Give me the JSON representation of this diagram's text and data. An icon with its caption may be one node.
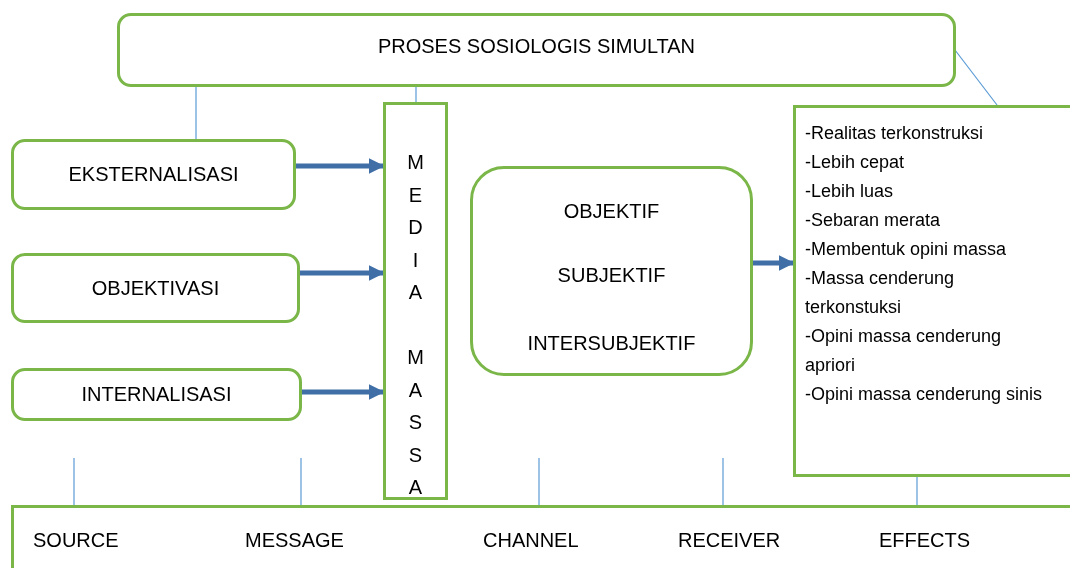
{
  "diagram": {
    "nodes": [
      {
        "text": [
          "PROSES SOSIOLOGIS SIMULTAN"
        ]
      },
      {
        "text": [
          "EKSTERNALISASI"
        ]
      },
      {
        "text": [
          "OBJEKTIVASI"
        ]
      },
      {
        "text": [
          "INTERNALISASI"
        ]
      },
      {
        "text": [
          "MEDIA MASSA"
        ]
      },
      {
        "text": [
          "OBJEKTIF",
          "SUBJEKTIF",
          "INTERSUBJEKTIF"
        ]
      },
      {
        "text": [
          "-Realitas terkonstruksi",
          "-Lebih cepat",
          "-Lebih luas",
          "-Sebaran merata",
          "-Membentuk opini massa",
          "-Massa cenderung terkonstuksi",
          "-Opini massa cenderung apriori",
          "-Opini massa cenderung sinis"
        ]
      },
      {
        "text": [
          "SOURCE",
          "MESSAGE",
          "CHANNEL",
          "RECEIVER",
          "EFFECTS"
        ]
      }
    ],
    "edges": [
      {
        "from": 0,
        "to": 1,
        "arrow": "none"
      },
      {
        "from": 0,
        "to": 4,
        "arrow": "none"
      },
      {
        "from": 0,
        "to": 6,
        "arrow": "none"
      },
      {
        "from": 1,
        "to": 4,
        "arrow": "to",
        "style": "thick",
        "color": "#3f6fa6"
      },
      {
        "from": 2,
        "to": 4,
        "arrow": "to",
        "style": "thick",
        "color": "#3f6fa6"
      },
      {
        "from": 3,
        "to": 4,
        "arrow": "to",
        "style": "thick",
        "color": "#3f6fa6"
      },
      {
        "from": 5,
        "to": 6,
        "arrow": "to",
        "style": "thick",
        "color": "#3f6fa6"
      },
      {
        "from": null,
        "to": 7,
        "arrow": "none"
      },
      {
        "from": null,
        "to": 7,
        "arrow": "none"
      },
      {
        "from": null,
        "to": 7,
        "arrow": "none"
      },
      {
        "from": null,
        "to": 7,
        "arrow": "none"
      },
      {
        "from": 6,
        "to": 7,
        "arrow": "none"
      }
    ]
  }
}
